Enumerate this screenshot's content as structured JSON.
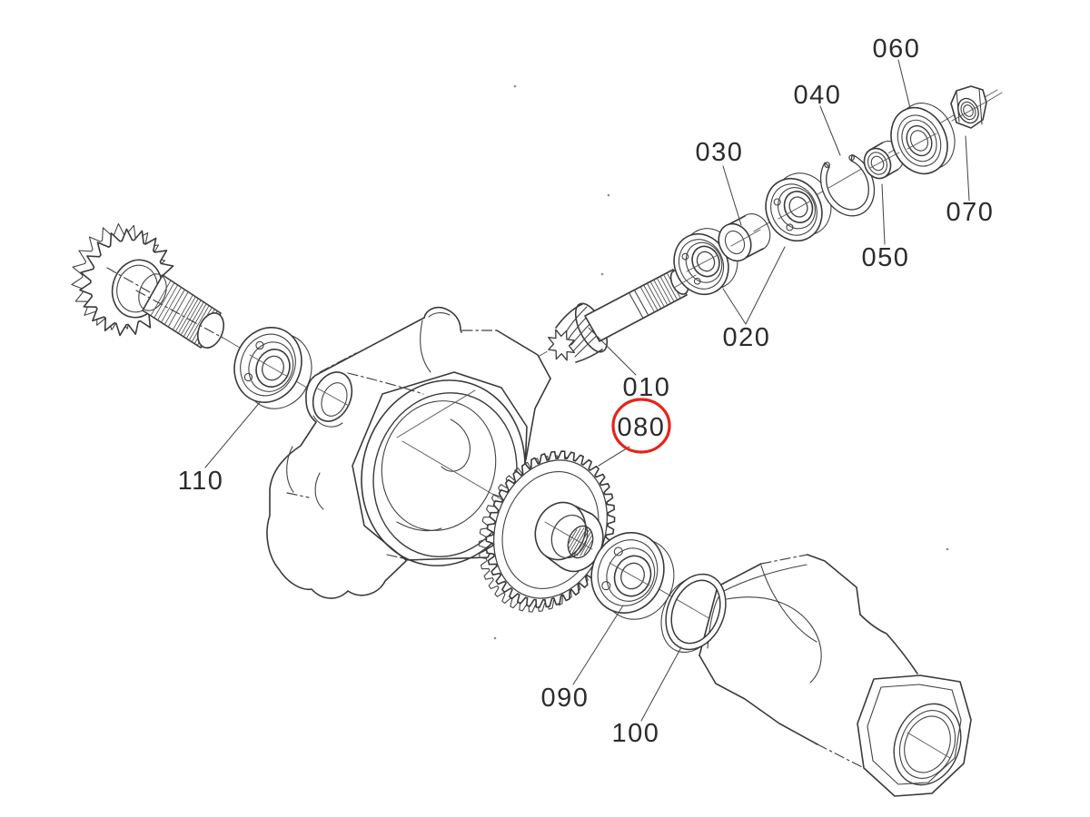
{
  "figure": {
    "background_color": "#ffffff",
    "line_color": "#3a3a3a",
    "highlight_color": "#e6231b",
    "callouts": [
      {
        "label": "010",
        "circled": false
      },
      {
        "label": "020",
        "circled": false
      },
      {
        "label": "030",
        "circled": false
      },
      {
        "label": "040",
        "circled": false
      },
      {
        "label": "050",
        "circled": false
      },
      {
        "label": "060",
        "circled": false
      },
      {
        "label": "070",
        "circled": false
      },
      {
        "label": "080",
        "circled": true
      },
      {
        "label": "090",
        "circled": false
      },
      {
        "label": "100",
        "circled": false
      },
      {
        "label": "110",
        "circled": false
      }
    ]
  }
}
